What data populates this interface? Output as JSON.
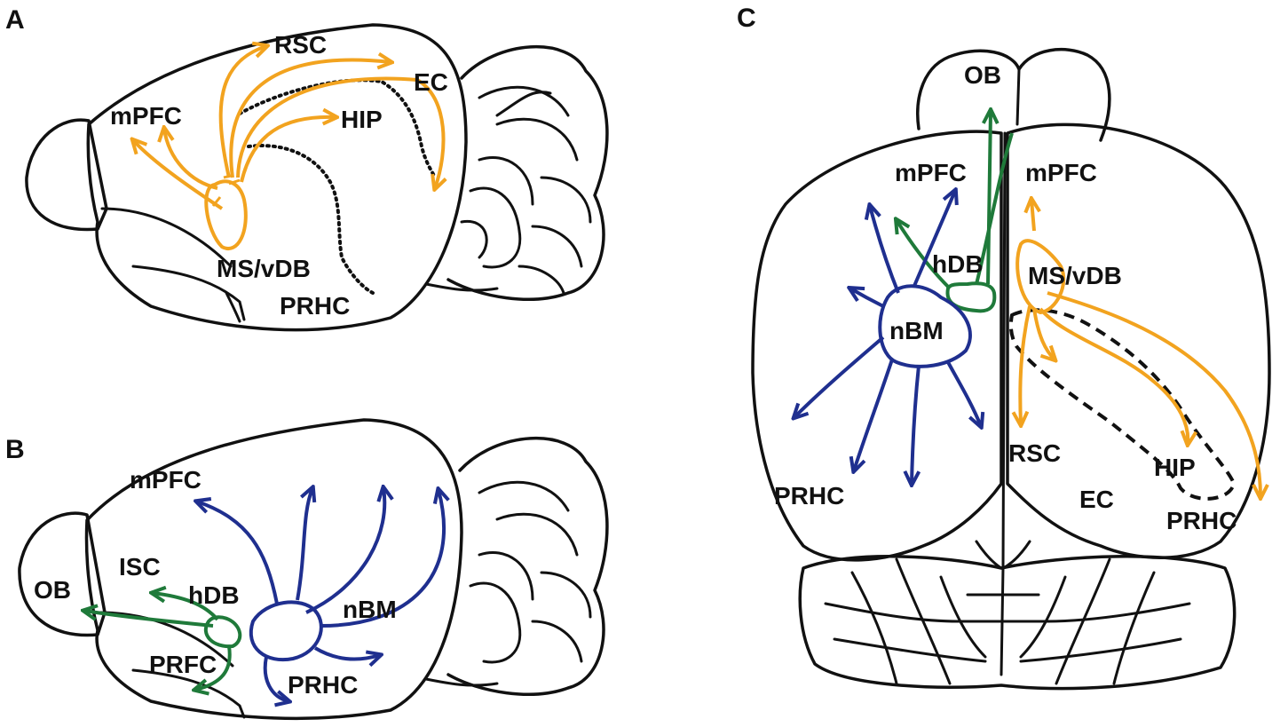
{
  "colors": {
    "ms_vdb": "#f2a31f",
    "hdb": "#1f7a3a",
    "nbm": "#1f2f8f",
    "outline": "#111111"
  },
  "panels": {
    "a": {
      "letter": "A",
      "labels": {
        "rsc": "RSC",
        "ec": "EC",
        "mpfc": "mPFC",
        "hip": "HIP",
        "ms_vdb": "MS/vDB",
        "prhc": "PRHC"
      }
    },
    "b": {
      "letter": "B",
      "labels": {
        "mpfc": "mPFC",
        "isc": "ISC",
        "ob": "OB",
        "hdb": "hDB",
        "nbm": "nBM",
        "prfc": "PRFC",
        "prhc": "PRHC"
      }
    },
    "c": {
      "letter": "C",
      "labels": {
        "ob": "OB",
        "mpfc_left": "mPFC",
        "mpfc_right": "mPFC",
        "hdb": "hDB",
        "ms_vdb": "MS/vDB",
        "nbm": "nBM",
        "rsc": "RSC",
        "hip": "HIP",
        "ec": "EC",
        "prhc_left": "PRHC",
        "prhc_right": "PRHC"
      }
    }
  }
}
